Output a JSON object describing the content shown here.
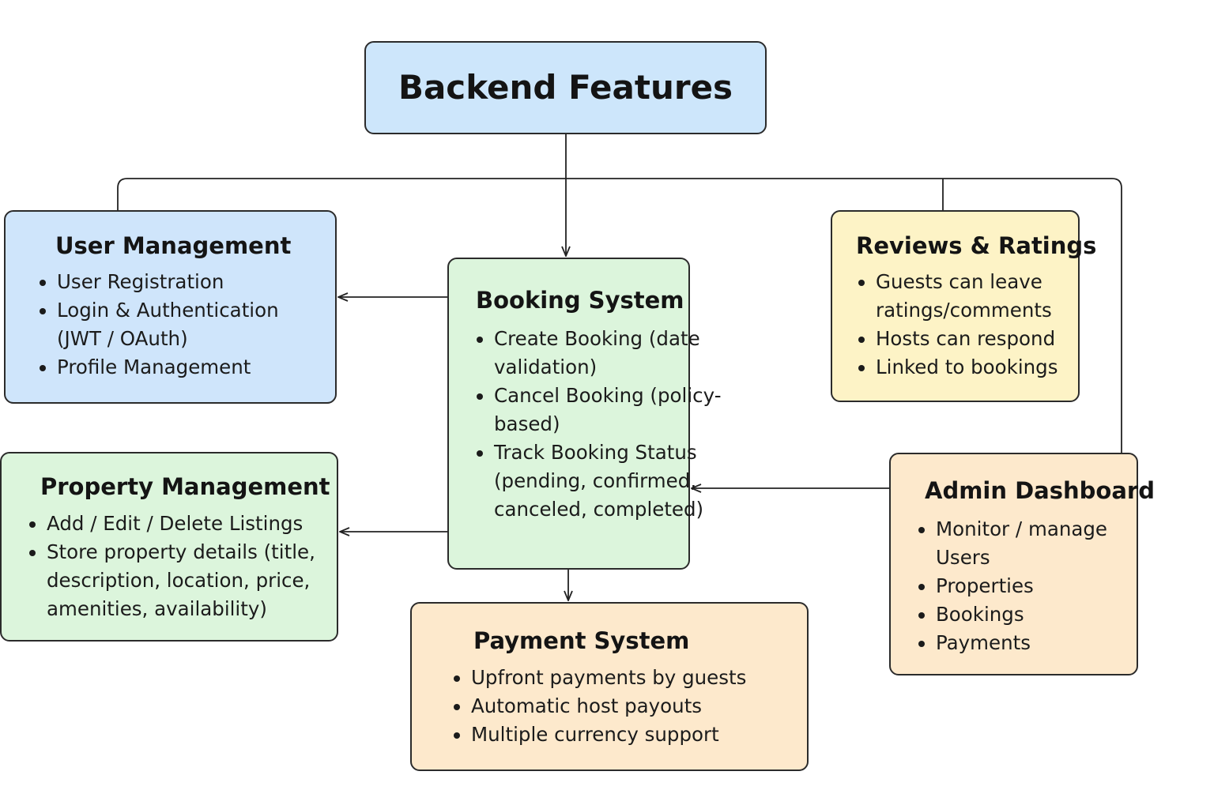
{
  "title": "Backend Features",
  "user_management": {
    "heading": "User Management",
    "items": [
      "User Registration",
      "Login & Authentication (JWT / OAuth)",
      "Profile Management"
    ]
  },
  "property_management": {
    "heading": "Property Management",
    "items": [
      "Add / Edit / Delete Listings",
      "Store property details (title, description, location, price, amenities, availability)"
    ]
  },
  "booking_system": {
    "heading": "Booking System",
    "items": [
      "Create Booking (date validation)",
      "Cancel Booking (policy-based)",
      "Track Booking Status (pending, confirmed, canceled, completed)"
    ]
  },
  "reviews_ratings": {
    "heading": "Reviews & Ratings",
    "items": [
      "Guests can leave ratings/comments",
      "Hosts can respond",
      "Linked to bookings"
    ]
  },
  "admin_dashboard": {
    "heading": "Admin Dashboard",
    "items": [
      "Monitor / manage Users",
      "Properties",
      "Bookings",
      "Payments"
    ]
  },
  "payment_system": {
    "heading": "Payment System",
    "items": [
      "Upfront payments by guests",
      "Automatic host payouts",
      "Multiple currency support"
    ]
  },
  "colors": {
    "blue": "#cfe5fb",
    "green": "#dcf5dc",
    "yellow": "#fdf3c6",
    "orange": "#fde9cc",
    "stroke": "#2b2b2b"
  }
}
